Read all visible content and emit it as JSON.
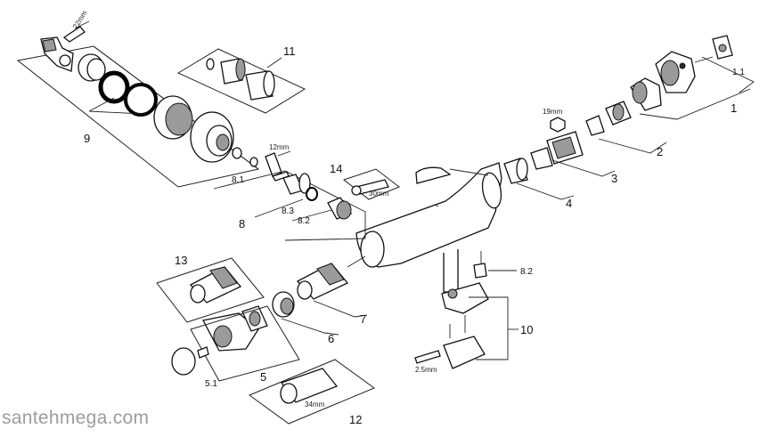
{
  "diagram": {
    "labels": {
      "p1": "1",
      "p1_1": "1.1",
      "p2": "2",
      "p3": "3",
      "p4": "4",
      "p5": "5",
      "p5_1": "5.1",
      "p6": "6",
      "p7": "7",
      "p8": "8",
      "p8_1": "8.1",
      "p8_2": "8.2",
      "p8_2b": "8.2",
      "p8_3": "8.3",
      "p9": "9",
      "p10": "10",
      "p11": "11",
      "p12": "12",
      "p13": "13",
      "p14": "14"
    },
    "dimensions": {
      "d22": "22mm",
      "d19": "19mm",
      "d12": "12mm",
      "d30": "30mm",
      "d34": "34mm",
      "d25": "2.5mm"
    }
  },
  "watermark": "santehmega.com"
}
